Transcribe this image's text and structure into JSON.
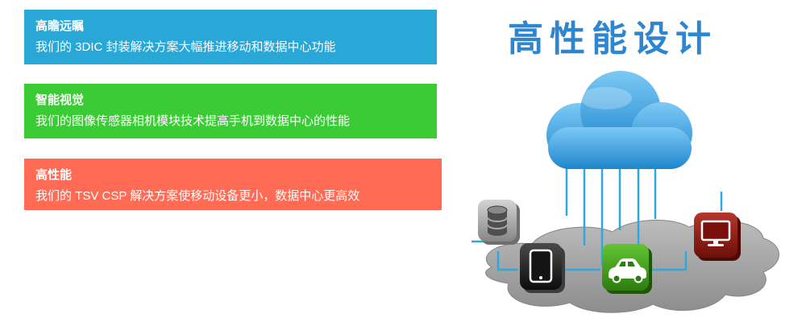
{
  "page": {
    "background_color": "#ffffff"
  },
  "heading": {
    "text": "高性能设计",
    "color": "#2E86D0"
  },
  "banners": [
    {
      "title": "高瞻远瞩",
      "body": "我们的 3DIC 封装解决方案大幅推进移动和数据中心功能",
      "color": "#29A8D8",
      "text_color": "#ffffff"
    },
    {
      "title": "智能视觉",
      "body": "我们的图像传感器相机模块技术提高手机到数据中心的性能",
      "color": "#3BCC35",
      "text_color": "#ffffff"
    },
    {
      "title": "高性能",
      "body": "我们的 TSV CSP 解决方案使移动设备更小，数据中心更高效",
      "color": "#FF6B55",
      "text_color": "#ffffff"
    }
  ],
  "illustration": {
    "description": "cloud connected to devices over gray map",
    "cloud_color": "#3FA9E8",
    "ground_color": "#9E9E9E",
    "circuit_line_color": "#2FA8E0",
    "icons": [
      {
        "name": "cloud-icon",
        "color": "#3FA9E8"
      },
      {
        "name": "database-icon",
        "color": "#9A9A9A"
      },
      {
        "name": "tablet-icon",
        "color": "#1C1C1C"
      },
      {
        "name": "car-icon",
        "color": "#3F8F1F"
      },
      {
        "name": "monitor-icon",
        "color": "#8E1A12"
      }
    ]
  }
}
